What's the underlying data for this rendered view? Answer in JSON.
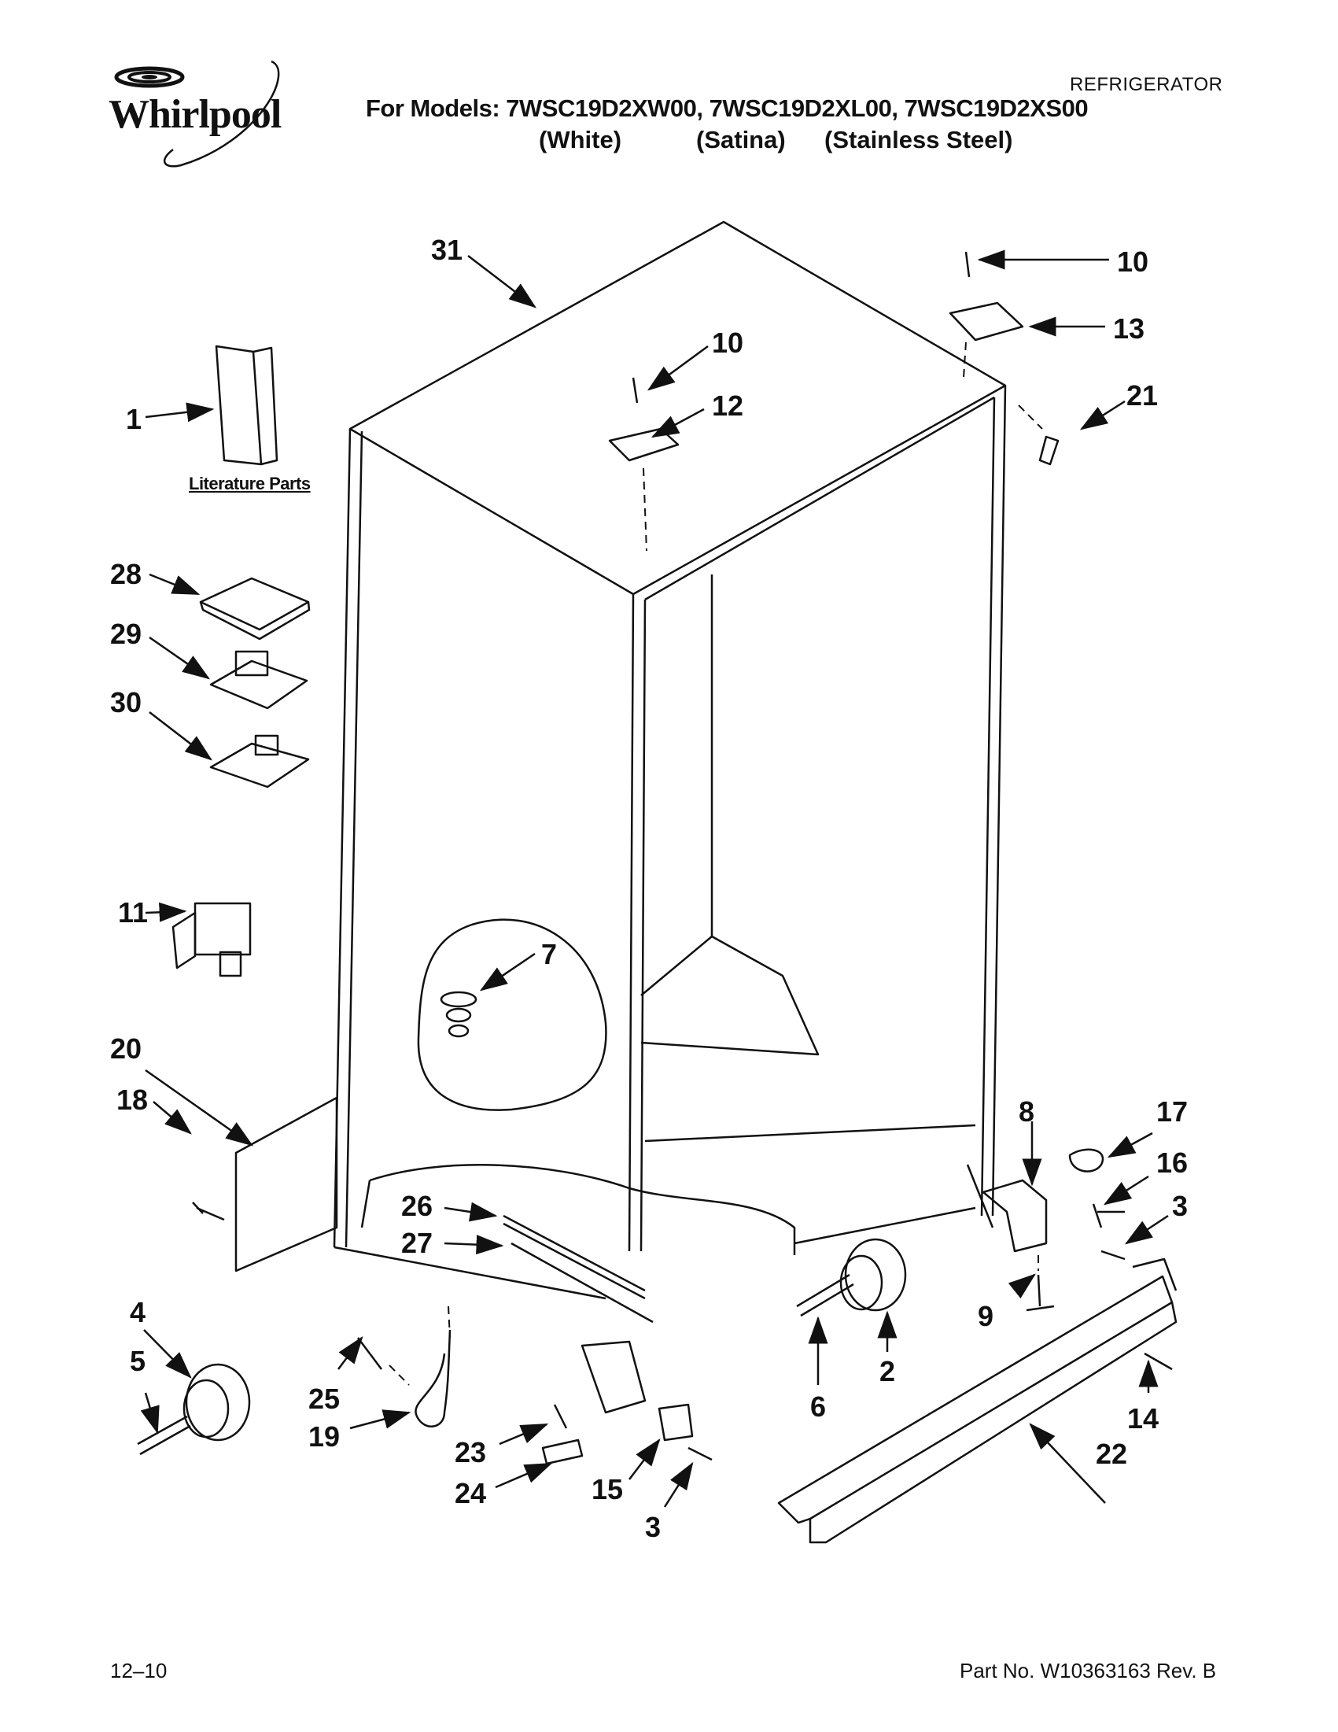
{
  "header": {
    "brand": "Whirlpool",
    "models_line": "For Models: 7WSC19D2XW00, 7WSC19D2XL00, 7WSC19D2XS00",
    "colors": [
      "(White)",
      "(Satina)",
      "(Stainless Steel)"
    ],
    "category": "REFRIGERATOR"
  },
  "diagram": {
    "literature_label": "Literature Parts",
    "callouts": [
      "31",
      "10",
      "13",
      "21",
      "1",
      "10",
      "12",
      "28",
      "29",
      "30",
      "11",
      "7",
      "20",
      "18",
      "8",
      "17",
      "16",
      "3",
      "26",
      "27",
      "9",
      "14",
      "4",
      "5",
      "25",
      "19",
      "23",
      "24",
      "15",
      "3",
      "6",
      "2",
      "22"
    ]
  },
  "footer": {
    "date": "12–10",
    "part_no": "Part No. W10363163 Rev. B"
  }
}
